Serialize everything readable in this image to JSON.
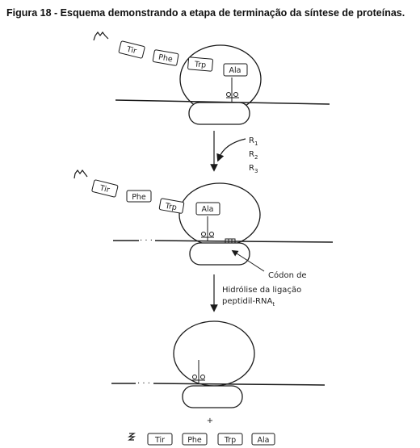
{
  "figure": {
    "title": "Figura 18 - Esquema demonstrando a etapa de terminação da síntese de proteínas."
  },
  "stage1": {
    "chain": [
      "Tir",
      "Phe",
      "Trp",
      "Ala"
    ]
  },
  "step1": {
    "factors": [
      "R",
      "R",
      "R"
    ],
    "factor_subs": [
      "1",
      "2",
      "3"
    ]
  },
  "stage2": {
    "chain": [
      "Tir",
      "Phe",
      "Trp",
      "Ala"
    ],
    "ellipsis": "· · ·",
    "codon_label": "Códon de"
  },
  "step2": {
    "line1": "Hidrólise da ligação",
    "line2": "peptidil-RNA",
    "line2_sub": "t"
  },
  "stage3": {
    "ellipsis": "· · ·",
    "plus": "+"
  },
  "released": {
    "chain": [
      "Tir",
      "Phe",
      "Trp",
      "Ala"
    ]
  }
}
